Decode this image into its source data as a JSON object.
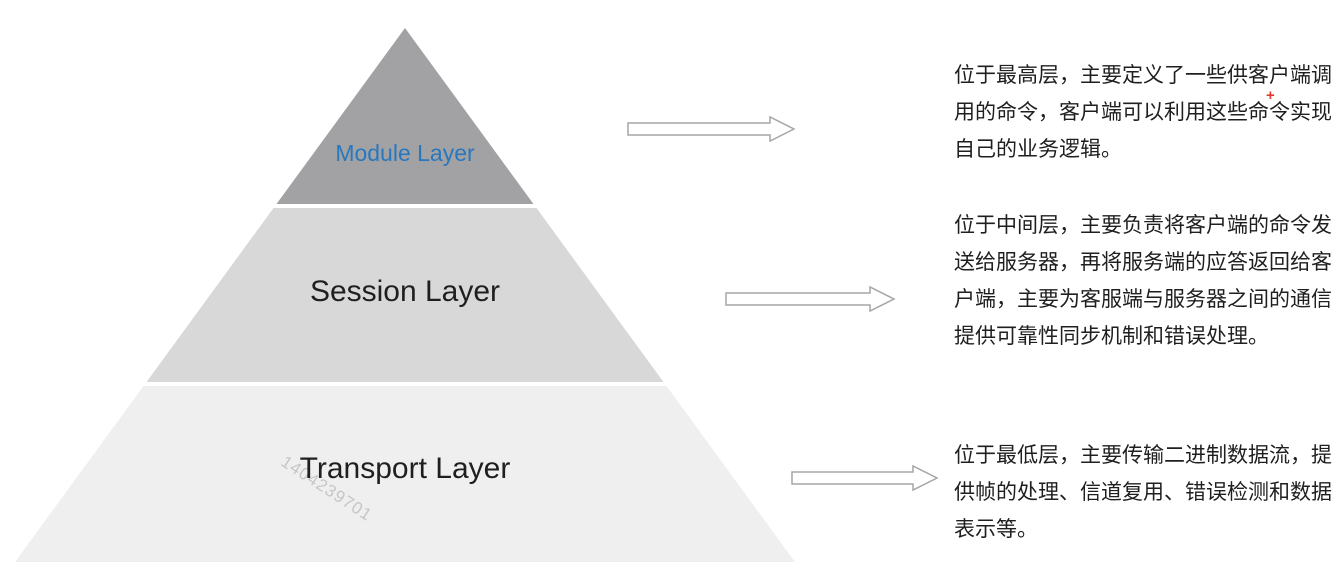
{
  "pyramid": {
    "layers": [
      {
        "name": "module",
        "label": "Module Layer",
        "label_color": "#2878be",
        "fill": "#a2a2a5",
        "description": "位于最高层，主要定义了一些供客户端调用的命令，客户端可以利用这些命令实现自己的业务逻辑。"
      },
      {
        "name": "session",
        "label": "Session Layer",
        "label_color": "#1f1f1f",
        "fill": "#d8d8d8",
        "description": "位于中间层，主要负责将客户端的命令发送给服务器，再将服务端的应答返回给客户端，主要为客服端与服务器之间的通信提供可靠性同步机制和错误处理。"
      },
      {
        "name": "transport",
        "label": "Transport Layer",
        "label_color": "#1f1f1f",
        "fill": "#efefef",
        "description": "位于最低层，主要传输二进制数据流，提供帧的处理、信道复用、错误检测和数据表示等。"
      }
    ]
  },
  "arrow": {
    "stroke": "#a6a6a6",
    "fill": "#ffffff"
  },
  "watermark": {
    "text": "1404239701",
    "color": "#c6c6c6"
  },
  "marker": {
    "text": "+",
    "color": "#e23b2e"
  },
  "background": "#ffffff"
}
